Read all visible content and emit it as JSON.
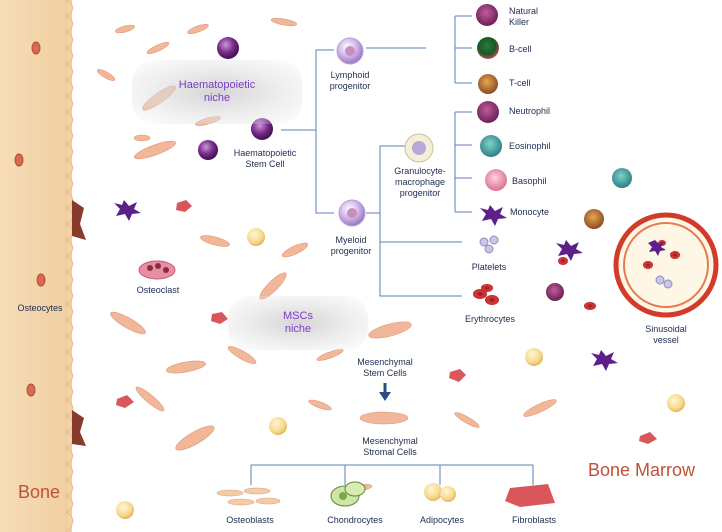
{
  "labels": {
    "hsc_niche": [
      "Haematopoietic",
      "niche"
    ],
    "msc_niche": [
      "MSCs",
      "niche"
    ],
    "hsc": [
      "Haematopoietic",
      "Stem Cell"
    ],
    "lymphoid": [
      "Lymphoid",
      "progenitor"
    ],
    "myeloid": [
      "Myeloid",
      "progenitor"
    ],
    "gm": [
      "Granulocyte-",
      "macrophage",
      "progenitor"
    ],
    "nk": [
      "Natural",
      "Killer"
    ],
    "bcell": "B-cell",
    "tcell": "T-cell",
    "neutrophil": "Neutrophil",
    "eosinophil": "Eosinophil",
    "basophil": "Basophil",
    "monocyte": "Monocyte",
    "platelets": "Platelets",
    "erythrocytes": "Erythrocytes",
    "osteoclast": "Osteoclast",
    "osteocytes": "Osteocytes",
    "msc": [
      "Mesenchymal",
      "Stem Cells"
    ],
    "stromal": [
      "Mesenchymal",
      "Stromal Cells"
    ],
    "osteoblasts": "Osteoblasts",
    "chondrocytes": "Chondrocytes",
    "adipocytes": "Adipocytes",
    "fibroblasts": "Fibroblasts",
    "sinusoidal": [
      "Sinusoidal",
      "vessel"
    ],
    "bone": "Bone",
    "bone_marrow": "Bone Marrow"
  },
  "colors": {
    "line": "#5b7fb8",
    "niche_text": "#7b3cc7",
    "label": "#1d2b4f",
    "title": "#c0503a",
    "stem_cell": "#7a2c8c",
    "fibroblast": "#e8a583",
    "vessel": "#d23a2a"
  }
}
